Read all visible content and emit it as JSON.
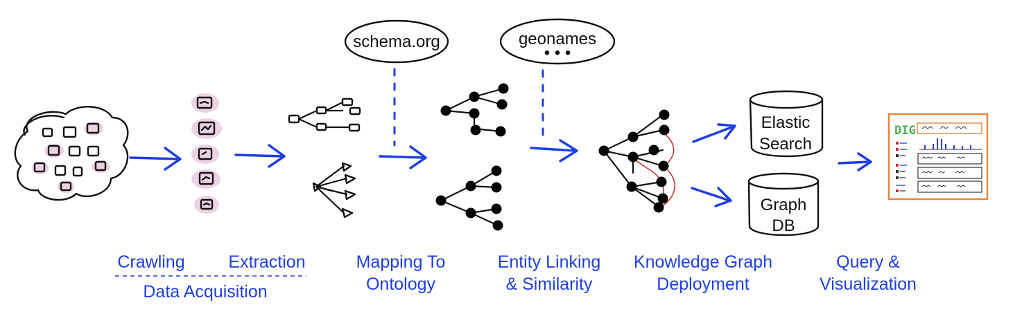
{
  "stages": {
    "crawling": "Crawling",
    "extraction": "Extraction",
    "data_acquisition": "Data Acquisition",
    "mapping_line1": "Mapping To",
    "mapping_line2": "Ontology",
    "linking_line1": "Entity Linking",
    "linking_line2": "& Similarity",
    "deploy_line1": "Knowledge Graph",
    "deploy_line2": "Deployment",
    "query_line1": "Query &",
    "query_line2": "Visualization"
  },
  "bubbles": {
    "ontology": "schema.org",
    "linking": "geonames",
    "linking_more": "• • •"
  },
  "databases": {
    "elastic_line1": "Elastic",
    "elastic_line2": "Search",
    "graph_line1": "Graph",
    "graph_line2": "DB"
  },
  "app": {
    "logo": "DIG"
  },
  "colors": {
    "label_blue": "#1f3fe0",
    "pink": "#ecd2e4",
    "dig_orange": "#e8863a",
    "dig_green": "#4caf50",
    "link_red": "#cc2b2b"
  }
}
